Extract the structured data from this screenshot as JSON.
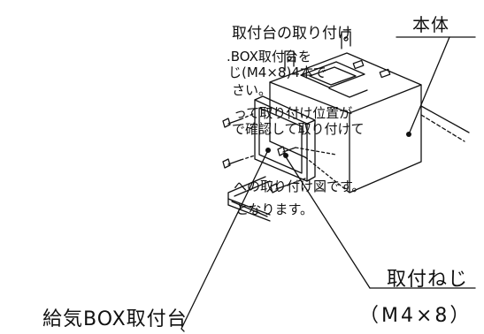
{
  "instructions": [
    "取付台の取り付け",
    ".BOX取付台を",
    "じ(M4×8)4本で",
    "さい。",
    "って取り付け位置が",
    "で確認して取り付けて",
    "",
    "への取り付け図です。",
    "となります。"
  ],
  "labels": {
    "main_body": "本体",
    "mount_screw": "取付ねじ",
    "mount_screw_size": "（M4×8）",
    "intake_box_mount": "給気BOX取付台"
  }
}
